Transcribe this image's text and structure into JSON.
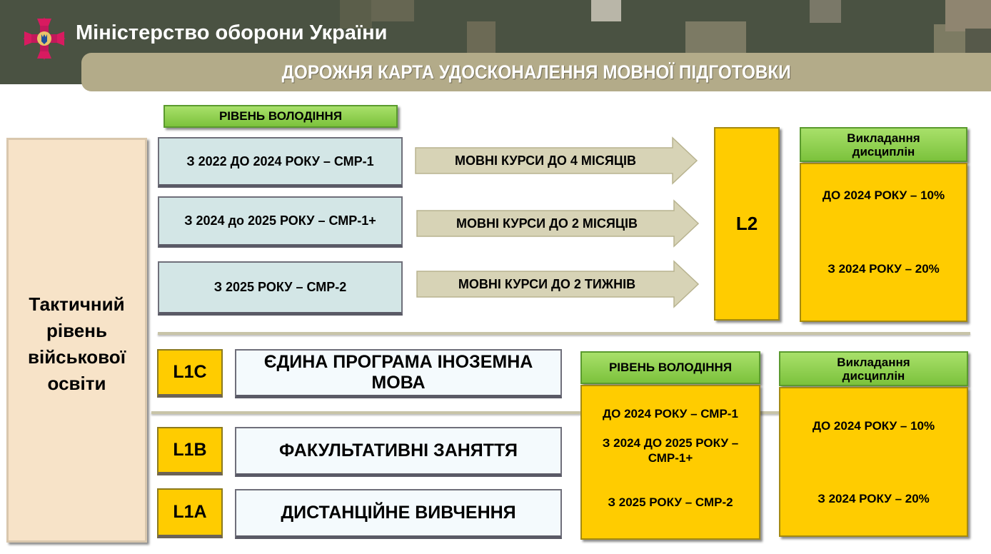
{
  "header": {
    "ministry": "Міністерство оборони України",
    "title": "ДОРОЖНЯ КАРТА УДОСКОНАЛЕННЯ МОВНОЇ ПІДГОТОВКИ"
  },
  "tactical_label": [
    "Тактичний",
    "рівень",
    "військової",
    "освіти"
  ],
  "upper": {
    "level_header": "РІВЕНЬ ВОЛОДІННЯ",
    "levels": [
      "З 2022 ДО 2024 РОКУ – СМР-1",
      "З 2024 до 2025 РОКУ – СМР-1+",
      "З 2025 РОКУ – СМР-2"
    ],
    "courses": [
      "МОВНІ КУРСИ ДО 4 МІСЯЦІВ",
      "МОВНІ КУРСИ ДО 2 МІСЯЦІВ",
      "МОВНІ КУРСИ ДО 2 ТИЖНІВ"
    ],
    "level_label": "L2",
    "teaching": {
      "header": [
        "Викладання",
        "дисциплін"
      ],
      "items": [
        "ДО 2024 РОКУ – 10%",
        "З 2024 РОКУ – 20%"
      ]
    }
  },
  "lower": {
    "rows": [
      {
        "label": "L1C",
        "text": "ЄДИНА ПРОГРАМА ІНОЗЕМНА МОВА"
      },
      {
        "label": "L1B",
        "text": "ФАКУЛЬТАТИВНІ ЗАНЯТТЯ"
      },
      {
        "label": "L1A",
        "text": "ДИСТАНЦІЙНЕ ВИВЧЕННЯ"
      }
    ],
    "level_header": "РІВЕНЬ ВОЛОДІННЯ",
    "levels": [
      "ДО 2024 РОКУ – СМР-1",
      "З 2024 ДО 2025 РОКУ  –",
      "СМР-1+",
      "З 2025 РОКУ – СМР-2"
    ],
    "teaching": {
      "header": [
        "Викладання",
        "дисциплін"
      ],
      "items": [
        "ДО 2024 РОКУ – 10%",
        "З 2024 РОКУ – 20%"
      ]
    }
  },
  "colors": {
    "header_bg": "#4a5242",
    "title_band": "#b3ab89",
    "green": "#92d050",
    "yellow": "#ffcc00",
    "level_blue": "#d3e6e6",
    "tactical_bg": "#f7e3c8",
    "arrow": "#d7d3b6"
  },
  "icons": {
    "emblem": "armed-forces-cross-emblem-icon"
  }
}
